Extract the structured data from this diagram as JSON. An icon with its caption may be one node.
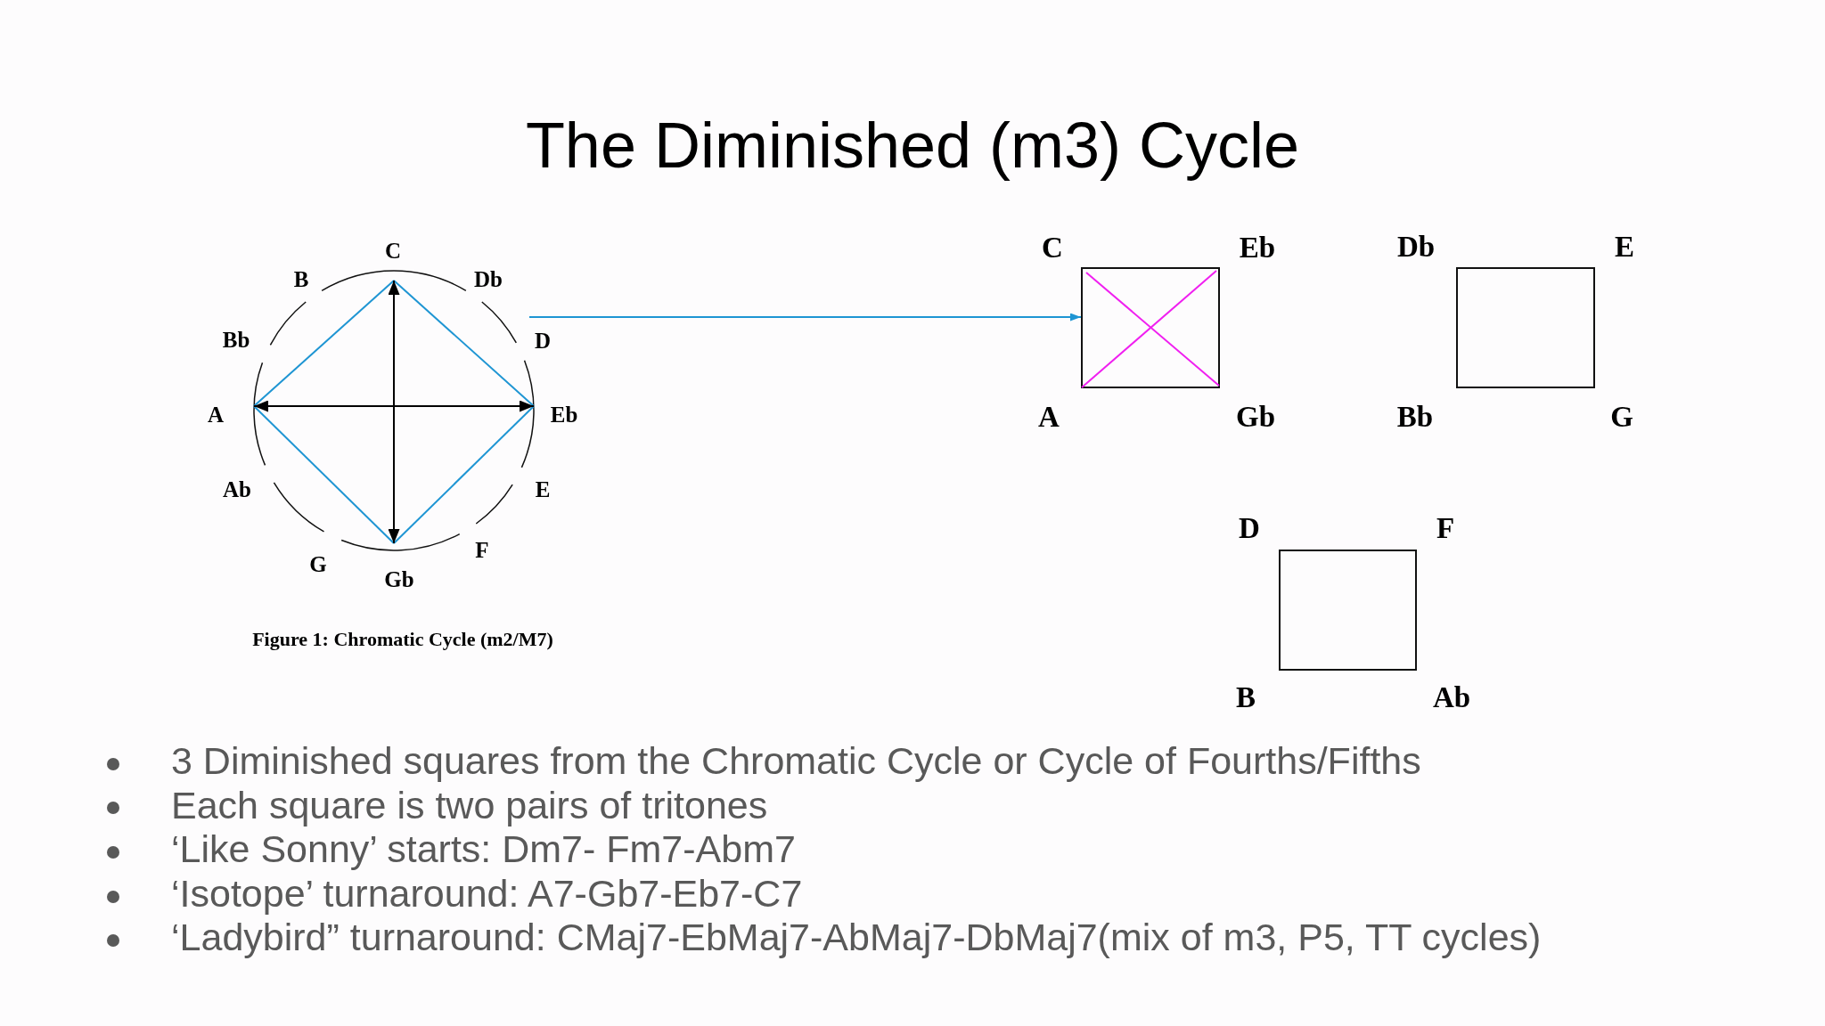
{
  "diagram": {
    "title": "The Diminished (m3) Cycle",
    "nodes": [
      {
        "text": [
          "C"
        ]
      },
      {
        "text": [
          "A"
        ]
      },
      {
        "text": [
          "Eb"
        ]
      },
      {
        "text": [
          "Gb"
        ]
      },
      {
        "text": [],
        "shape": "box",
        "beside": [
          "C",
          "Eb",
          "A",
          "Gb"
        ]
      },
      {
        "text": [],
        "shape": "box",
        "beside": [
          "Db",
          "E",
          "Bb",
          "G"
        ]
      },
      {
        "text": [],
        "shape": "box",
        "beside": [
          "D",
          "F",
          "B",
          "Ab"
        ]
      }
    ],
    "edges": [
      {
        "from": 0,
        "to": 2,
        "arrow": "none"
      },
      {
        "from": 2,
        "to": 3,
        "arrow": "none"
      },
      {
        "from": 3,
        "to": 1,
        "arrow": "none"
      },
      {
        "from": 1,
        "to": 0,
        "arrow": "none"
      },
      {
        "from": 0,
        "to": 3,
        "arrow": "both",
        "color": "#000000"
      },
      {
        "from": 1,
        "to": 2,
        "arrow": "both",
        "color": "#000000"
      },
      {
        "from": null,
        "to": 4,
        "arrow": "to"
      }
    ],
    "labels": [
      "B",
      "Db",
      "Bb",
      "D",
      "Ab",
      "E",
      "G",
      "F",
      "Figure 1: Chromatic Cycle (m2/M7)",
      "3 Diminished squares from the Chromatic Cycle or Cycle of Fourths/Fifths",
      "Each square is two pairs of tritones",
      "‘Like Sonny’ starts: Dm7- Fm7-Abm7",
      "‘Isotope’ turnaround: A7-Gb7-Eb7-C7",
      "‘Ladybird” turnaround: CMaj7-EbMaj7-AbMaj7-DbMaj7(mix of m3, P5, TT cycles)"
    ]
  }
}
